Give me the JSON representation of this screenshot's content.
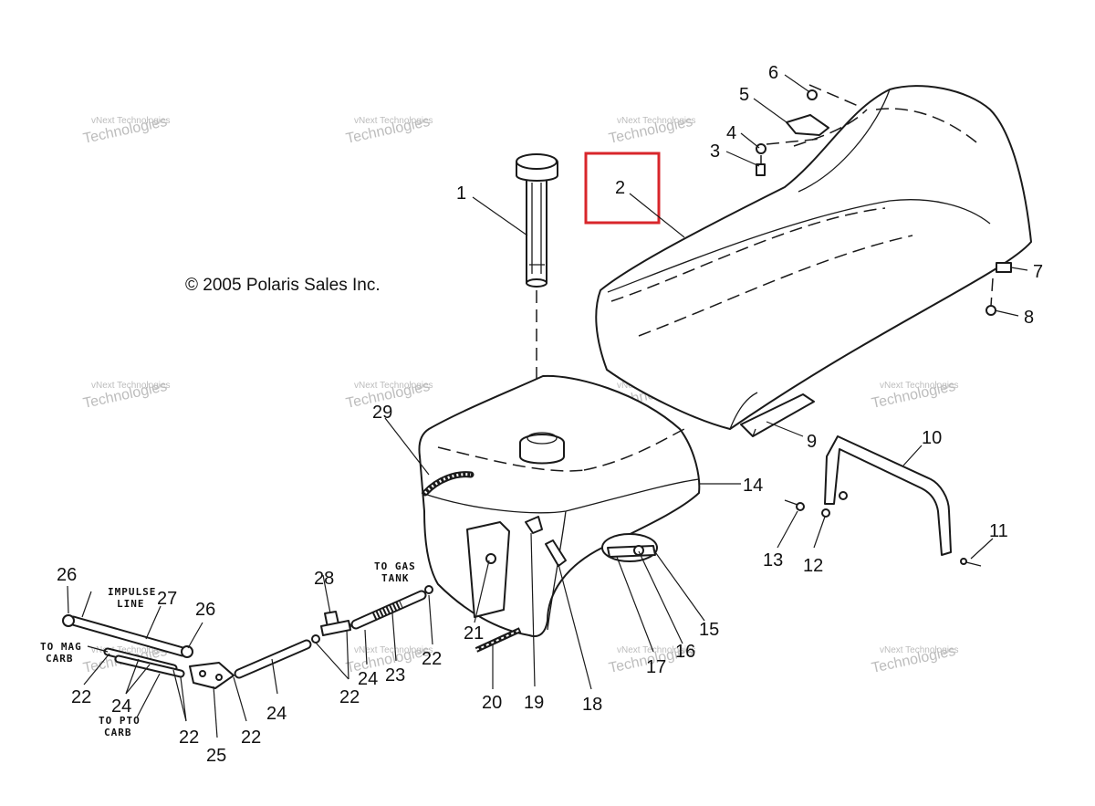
{
  "copyright": "© 2005 Polaris Sales Inc.",
  "watermark": {
    "line1": "vNext Technologies",
    "line2": "Technologies"
  },
  "callouts": [
    "1",
    "2",
    "3",
    "4",
    "5",
    "6",
    "7",
    "8",
    "9",
    "10",
    "11",
    "12",
    "13",
    "14",
    "15",
    "16",
    "17",
    "18",
    "19",
    "20",
    "21",
    "22",
    "23",
    "24",
    "25",
    "26",
    "27",
    "28",
    "29"
  ],
  "labels": {
    "impulse_line": [
      "IMPULSE",
      "LINE"
    ],
    "to_gas_tank": [
      "TO GAS",
      "TANK"
    ],
    "to_mag_carb": [
      "TO MAG",
      "CARB"
    ],
    "to_pto_carb": [
      "TO PTO",
      "CARB"
    ]
  },
  "highlight": {
    "part": "2",
    "color": "#d8262b"
  },
  "colors": {
    "line": "#1a1a1a",
    "watermark": "#bdbdbd"
  }
}
